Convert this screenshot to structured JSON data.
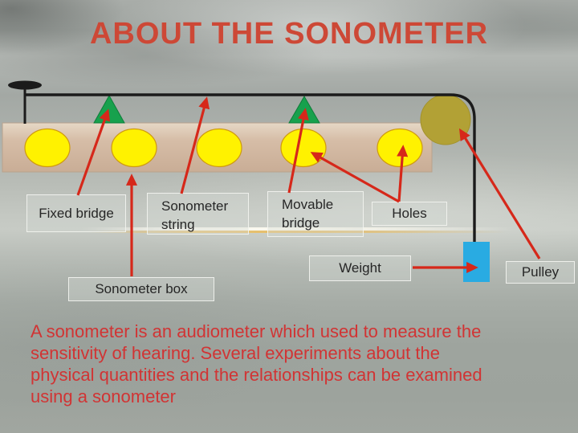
{
  "slide": {
    "title": "ABOUT THE SONOMETER",
    "description_lines": [
      "A sonometer is an audiometer which used to measure the",
      "sensitivity of hearing. Several experiments about the",
      "physical quantities and the relationships can be examined",
      "using a sonometer"
    ]
  },
  "diagram": {
    "labels": {
      "fixed_bridge": "Fixed bridge",
      "sonometer_string_line1": "Sonometer",
      "sonometer_string_line2": "string",
      "movable_bridge_line1": "Movable",
      "movable_bridge_line2": "bridge",
      "holes": "Holes",
      "sonometer_box": "Sonometer box",
      "weight": "Weight",
      "pulley": "Pulley"
    }
  },
  "colors": {
    "title_red": "#cd4836",
    "body_red": "#d13434",
    "arrow_red": "#d6281a",
    "hole_yellow": "#fff200",
    "bridge_green": "#17a14d",
    "pulley_olive": "#b2a135",
    "weight_blue": "#29abe2",
    "string_black": "#1b1b1b"
  }
}
